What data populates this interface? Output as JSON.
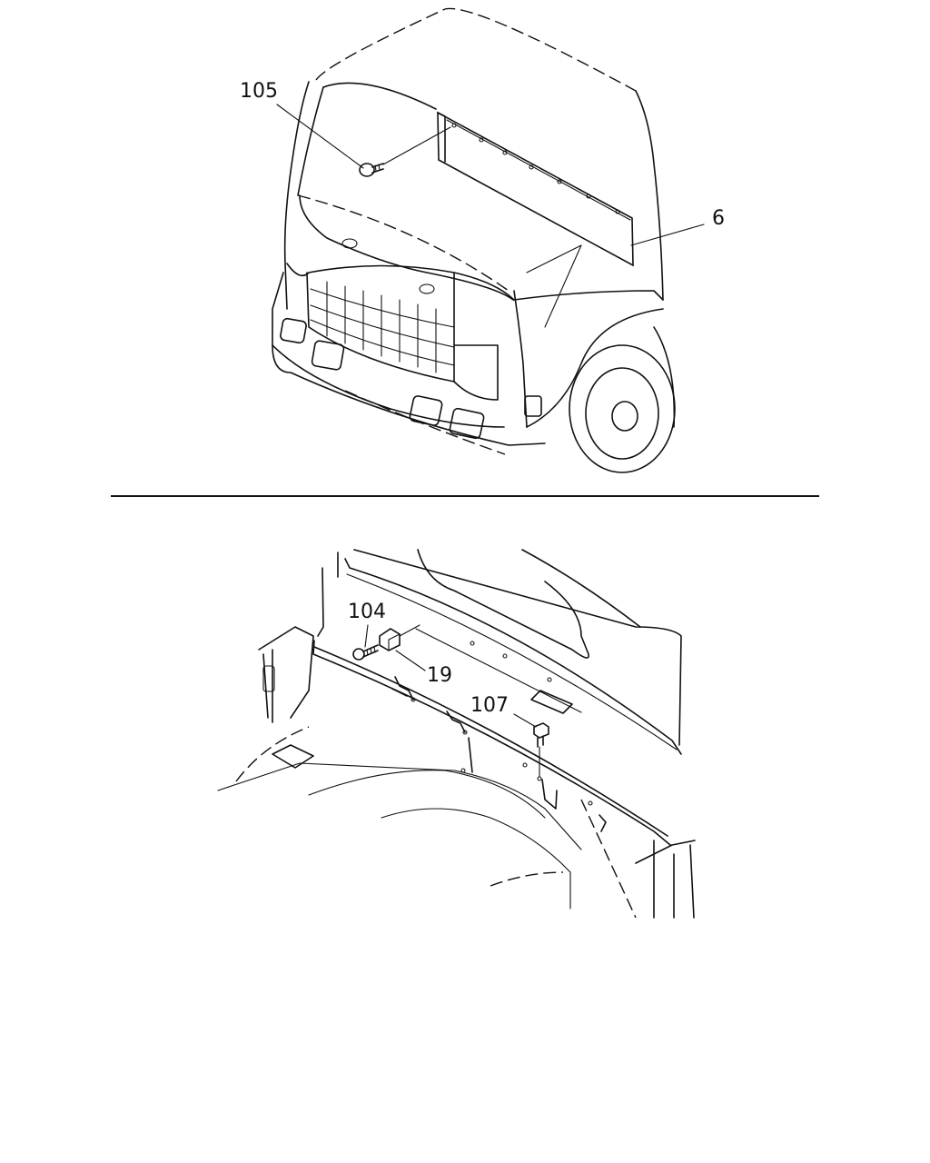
{
  "callouts": {
    "top": {
      "part_105": "105",
      "part_6": "6"
    },
    "bottom": {
      "part_104": "104",
      "part_19": "19",
      "part_107": "107"
    }
  },
  "colors": {
    "line": "#111111",
    "background": "#ffffff"
  }
}
